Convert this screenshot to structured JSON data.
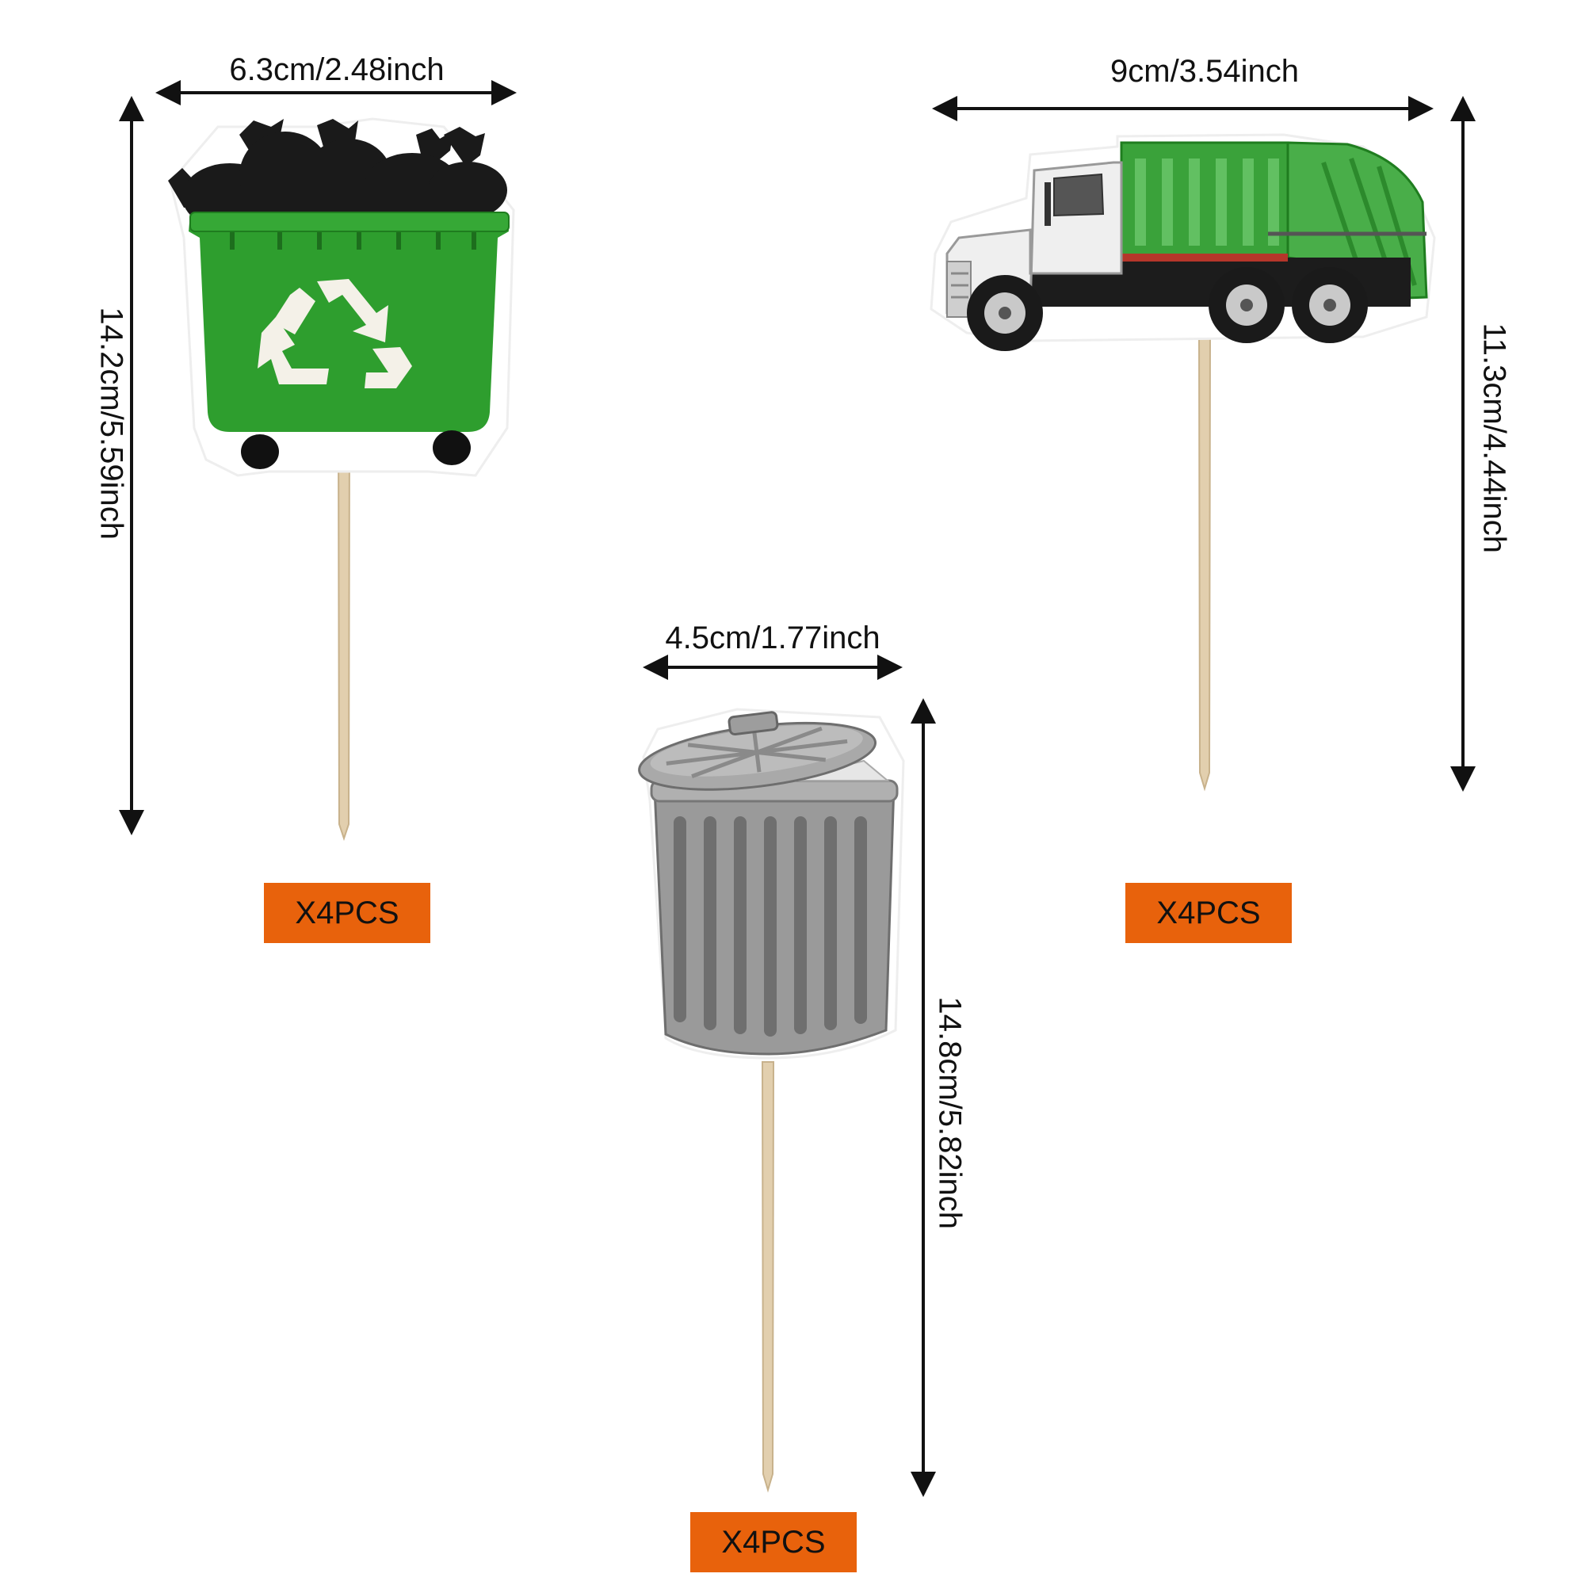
{
  "colors": {
    "badge": "#e8620c",
    "bin_green": "#2e9e2e",
    "truck_green": "#3aa23a",
    "can_gray": "#9a9a9a",
    "stick": "#e2cfae"
  },
  "icons": [
    "recycle-icon",
    "garbage-bag-icon",
    "garbage-truck-icon",
    "trash-can-icon"
  ],
  "items": [
    {
      "name": "recycle-bin-topper",
      "width_label": "6.3cm/2.48inch",
      "height_label": "14.2cm/5.59inch",
      "quantity": "X4PCS"
    },
    {
      "name": "garbage-truck-topper",
      "width_label": "9cm/3.54inch",
      "height_label": "11.3cm/4.44inch",
      "quantity": "X4PCS"
    },
    {
      "name": "trash-can-topper",
      "width_label": "4.5cm/1.77inch",
      "height_label": "14.8cm/5.82inch",
      "quantity": "X4PCS"
    }
  ]
}
